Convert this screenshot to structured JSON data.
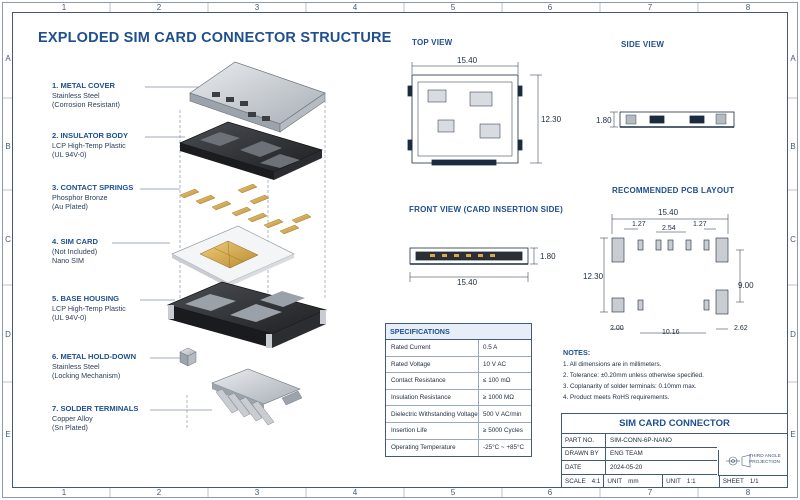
{
  "title": "EXPLODED SIM CARD CONNECTOR STRUCTURE",
  "zones": {
    "columns": [
      "1",
      "2",
      "3",
      "4",
      "5",
      "6",
      "7",
      "8"
    ],
    "rows": [
      "A",
      "B",
      "C",
      "D",
      "E"
    ]
  },
  "callouts": [
    {
      "title": "1. METAL COVER",
      "lines": [
        "Stainless Steel",
        "(Corrosion Resistant)"
      ]
    },
    {
      "title": "2. INSULATOR BODY",
      "lines": [
        "LCP High-Temp Plastic",
        "(UL 94V-0)"
      ]
    },
    {
      "title": "3. CONTACT SPRINGS",
      "lines": [
        "Phosphor Bronze",
        "(Au Plated)"
      ]
    },
    {
      "title": "4. SIM CARD",
      "lines": [
        "(Not Included)",
        "Nano SIM"
      ]
    },
    {
      "title": "5. BASE HOUSING",
      "lines": [
        "LCP High-Temp Plastic",
        "(UL 94V-0)"
      ]
    },
    {
      "title": "6. METAL HOLD-DOWN",
      "lines": [
        "Stainless Steel",
        "(Locking Mechanism)"
      ]
    },
    {
      "title": "7. SOLDER TERMINALS",
      "lines": [
        "Copper Alloy",
        "(Sn Plated)"
      ]
    }
  ],
  "views": {
    "top": {
      "title": "TOP VIEW",
      "width": "15.40",
      "height": "12.30"
    },
    "side": {
      "title": "SIDE VIEW",
      "height": "1.80"
    },
    "front": {
      "title": "FRONT VIEW (CARD INSERTION SIDE)",
      "height": "1.80",
      "width": "15.40"
    },
    "pcb": {
      "title": "RECOMMENDED PCB LAYOUT",
      "width": "15.40",
      "pitch_left": "1.27",
      "pitch_mid": "2.54",
      "pitch_right": "1.27",
      "height": "12.30",
      "pad_span": "9.00",
      "left_offset": "2.00",
      "center": "10.16",
      "right_offset": "2.62"
    }
  },
  "specifications": {
    "header": "SPECIFICATIONS",
    "rows": [
      {
        "key": "Rated Current",
        "value": "0.5 A"
      },
      {
        "key": "Rated Voltage",
        "value": "10 V AC"
      },
      {
        "key": "Contact Resistance",
        "value": "≤ 100 mΩ"
      },
      {
        "key": "Insulation Resistance",
        "value": "≥ 1000 MΩ"
      },
      {
        "key": "Dielectric Withstanding Voltage",
        "value": "500 V AC/min"
      },
      {
        "key": "Insertion Life",
        "value": "≥ 5000 Cycles"
      },
      {
        "key": "Operating Temperature",
        "value": "-25°C ~ +85°C"
      }
    ]
  },
  "notes": {
    "header": "NOTES:",
    "items": [
      "1. All dimensions are in millimeters.",
      "2. Tolerance: ±0.20mm unless otherwise specified.",
      "3. Coplanarity of solder terminals: 0.10mm max.",
      "4. Product meets RoHS requirements."
    ]
  },
  "title_block": {
    "title": "SIM CARD CONNECTOR",
    "rows": [
      {
        "key": "PART NO.",
        "value": "SIM-CONN-6P-NANO"
      },
      {
        "key": "DRAWN BY",
        "value": "ENG TEAM"
      },
      {
        "key": "DATE",
        "value": "2024-05-20"
      }
    ],
    "projection": [
      "THIRD ANGLE",
      "PROJECTION"
    ],
    "scale_label": "SCALE",
    "scale": "4:1",
    "unit_label": "UNIT",
    "unit": "mm",
    "unit2_label": "UNIT",
    "unit2": "1:1",
    "sheet_label": "SHEET",
    "sheet": "1/1"
  },
  "colors": {
    "accent": "#1e4f8f",
    "line": "#44597a",
    "metal": "#c9cdd2",
    "plastic": "#2d2f33",
    "gold": "#d7a94e"
  }
}
